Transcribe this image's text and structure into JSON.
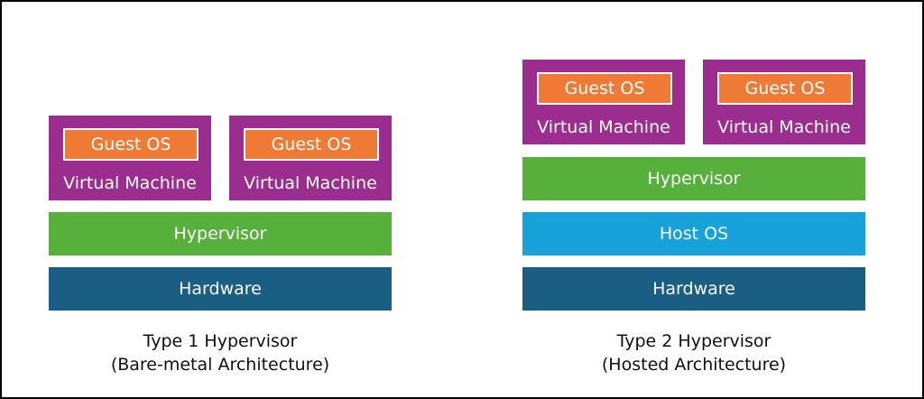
{
  "type1": {
    "vms": [
      {
        "guest": "Guest OS",
        "label": "Virtual Machine"
      },
      {
        "guest": "Guest OS",
        "label": "Virtual Machine"
      }
    ],
    "hypervisor": "Hypervisor",
    "hardware": "Hardware",
    "caption_title": "Type 1 Hypervisor",
    "caption_sub": "(Bare-metal Architecture)"
  },
  "type2": {
    "vms": [
      {
        "guest": "Guest OS",
        "label": "Virtual Machine"
      },
      {
        "guest": "Guest OS",
        "label": "Virtual Machine"
      }
    ],
    "hypervisor": "Hypervisor",
    "host_os": "Host OS",
    "hardware": "Hardware",
    "caption_title": "Type 2 Hypervisor",
    "caption_sub": "(Hosted Architecture)"
  },
  "colors": {
    "virtual_machine": "#9b2d8e",
    "guest_os": "#ee7a35",
    "hypervisor": "#58b03c",
    "host_os": "#17a2da",
    "hardware": "#1a5e83"
  }
}
